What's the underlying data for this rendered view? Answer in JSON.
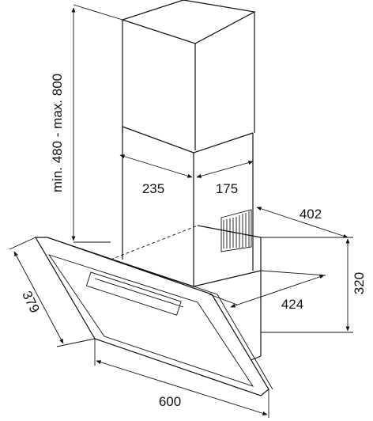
{
  "dimensions": {
    "height_range": "min. 480 - max. 800",
    "chimney_depth": "235",
    "chimney_width": "175",
    "hood_depth_top": "402",
    "hood_height": "320",
    "hood_depth": "424",
    "glass_height": "379",
    "hood_width": "600"
  },
  "colors": {
    "line": "#111111",
    "background": "#ffffff"
  }
}
